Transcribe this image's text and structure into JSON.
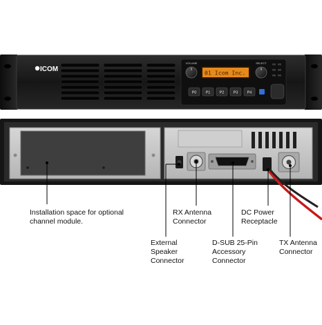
{
  "front_panel": {
    "brand": "ICOM",
    "display_text": "01 Icom Inc.",
    "knob_left_label": "VOLUME",
    "knob_right_label": "SELECT",
    "buttons": [
      "P0",
      "P1",
      "P2",
      "P3",
      "P4"
    ]
  },
  "callouts": {
    "installation": "Installation space for optional\nchannel module.",
    "rx_antenna": "RX Antenna\nConnector",
    "dc_power": "DC Power\nReceptacle",
    "external_speaker": "External\nSpeaker\nConnector",
    "dsub": "D-SUB 25-Pin\nAccessory\nConnector",
    "tx_antenna": "TX Antenna\nConnector"
  },
  "colors": {
    "chassis": "#1b1b1b",
    "display_bg": "#e58a1c",
    "display_text": "#4a2300",
    "rear_plate": "#c9c9c9",
    "cable_red": "#c81a1a"
  }
}
